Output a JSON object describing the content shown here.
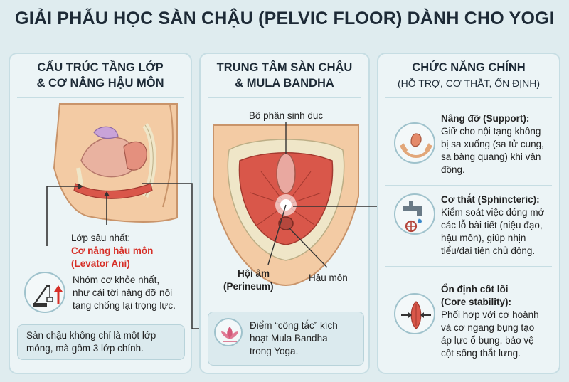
{
  "title": "GIẢI PHẪU HỌC SÀN CHẬU (PELVIC FLOOR) DÀNH CHO YOGI",
  "left_panel": {
    "heading_line1": "CẤU TRÚC TẦNG LỚP",
    "heading_line2": "& CƠ NÂNG HẬU MÔN",
    "deep_layer_label": "Lớp sâu nhất:",
    "muscle_name": "Cơ nâng hậu môn",
    "muscle_latin": "(Levator Ani)",
    "strength_line1": "Nhóm cơ khỏe nhất,",
    "strength_line2": "như cái tời nâng đỡ nội",
    "strength_line3": "tạng chống lại trọng lực.",
    "note_line1": "Sàn chậu không chỉ là một lớp",
    "note_line2": "mỏng, mà gồm 3 lớp chính."
  },
  "center_panel": {
    "heading_line1": "TRUNG TÂM SÀN CHẬU",
    "heading_line2": "& MULA BANDHA",
    "label_genital": "Bộ phận sinh dục",
    "label_perineum_1": "Hội âm",
    "label_perineum_2": "(Perineum)",
    "label_anus": "Hậu môn",
    "switch_line1": "Điểm “công tắc” kích",
    "switch_line2": "hoạt Mula Bandha",
    "switch_line3": "trong Yoga."
  },
  "right_panel": {
    "heading": "CHỨC NĂNG CHÍNH",
    "subheading": "(HỖ TRỢ, CƠ THẮT, ỔN ĐỊNH)",
    "functions": [
      {
        "title": "Nâng đỡ (Support):",
        "lines": [
          "Giữ cho nội tạng không",
          "bị sa xuống (sa tử cung,",
          "sa bàng quang) khi vận",
          "động."
        ],
        "icon": "hands-organ-icon"
      },
      {
        "title": "Cơ thắt (Sphincteric):",
        "lines": [
          "Kiểm soát việc đóng mở",
          "các lỗ bài tiết (niệu đạo,",
          "hậu môn), giúp nhịn",
          "tiểu/đại tiện chủ động."
        ],
        "icon": "faucet-valve-icon"
      },
      {
        "title_line1": "Ổn định cốt lõi",
        "title_line2": "(Core stability):",
        "lines": [
          "Phối hợp với cơ hoành",
          "và cơ ngang bụng tạo",
          "áp lực ổ bụng, bảo vệ",
          "cột sống thắt lưng."
        ],
        "icon": "core-muscle-icon"
      }
    ]
  },
  "colors": {
    "background": "#dfecef",
    "panel": "#ecf4f6",
    "panel_border": "#c6dde3",
    "accent_red": "#d62f27",
    "muscle": "#d9574a",
    "skin": "#f3cba4",
    "bone": "#efe6c8"
  }
}
